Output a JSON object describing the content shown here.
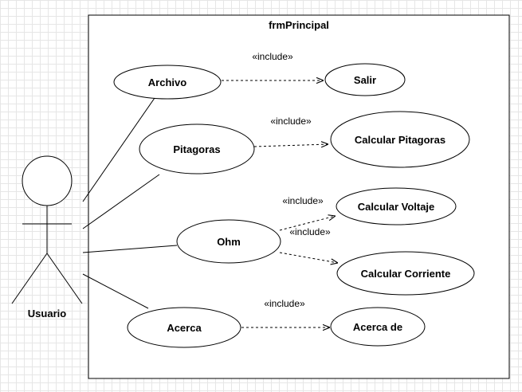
{
  "system": {
    "title": "frmPrincipal"
  },
  "actor": {
    "name": "Usuario"
  },
  "use_cases": {
    "archivo": "Archivo",
    "pitagoras": "Pitagoras",
    "ohm": "Ohm",
    "acerca": "Acerca",
    "salir": "Salir",
    "calcular_pitagoras": "Calcular Pitagoras",
    "calcular_voltaje": "Calcular Voltaje",
    "calcular_corriente": "Calcular Corriente",
    "acerca_de": "Acerca de"
  },
  "relations": {
    "include_label": "«include»"
  }
}
